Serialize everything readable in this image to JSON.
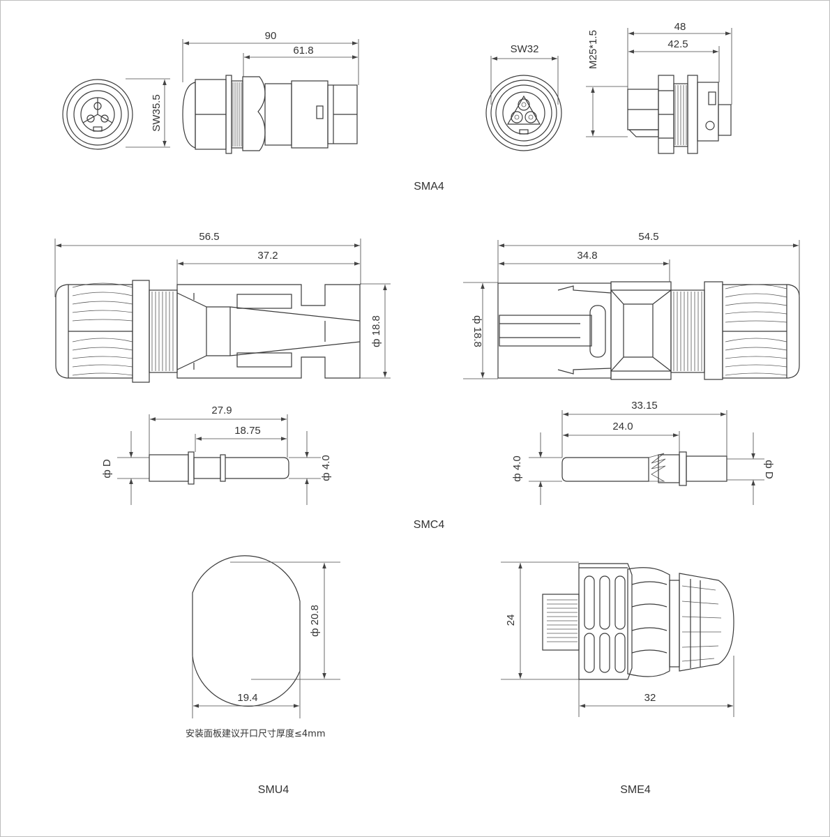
{
  "frame_color": "#bdbdbd",
  "line_color": "#3a3a3a",
  "sma4": {
    "caption": "SMA4",
    "plug_front": {
      "sw": "SW35.5"
    },
    "plug_side": {
      "overall": "90",
      "partial": "61.8"
    },
    "socket_front": {
      "sw": "SW32"
    },
    "socket_side": {
      "thread": "M25*1.5",
      "overall": "48",
      "partial": "42.5"
    }
  },
  "smc4": {
    "caption": "SMC4",
    "male": {
      "overall": "56.5",
      "partial": "37.2",
      "diameter": "ф 18.8"
    },
    "female": {
      "overall": "54.5",
      "partial": "34.8",
      "diameter": "ф 18.8"
    },
    "pin_left": {
      "overall": "27.9",
      "partial": "18.75",
      "d_label": "ф D",
      "dia": "ф 4.0"
    },
    "pin_right": {
      "overall": "33.15",
      "partial": "24.0",
      "d_label": "ф D",
      "dia": "ф 4.0"
    }
  },
  "smu4": {
    "caption": "SMU4",
    "diameter": "ф 20.8",
    "width": "19.4",
    "note": "安装面板建议开口尺寸厚度≤4mm"
  },
  "sme4": {
    "caption": "SME4",
    "height": "24",
    "length": "32"
  }
}
